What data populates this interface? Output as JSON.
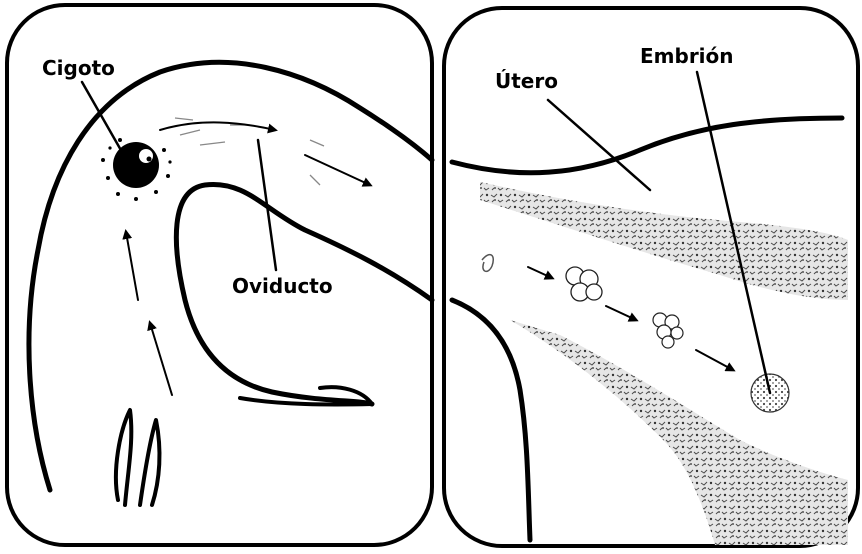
{
  "labels": {
    "zygote": "Cigoto",
    "oviduct": "Oviducto",
    "uterus": "Útero",
    "embryo": "Embrión"
  },
  "colors": {
    "ink": "#000000",
    "paper": "#ffffff",
    "tissue": "#d9d9d9"
  }
}
